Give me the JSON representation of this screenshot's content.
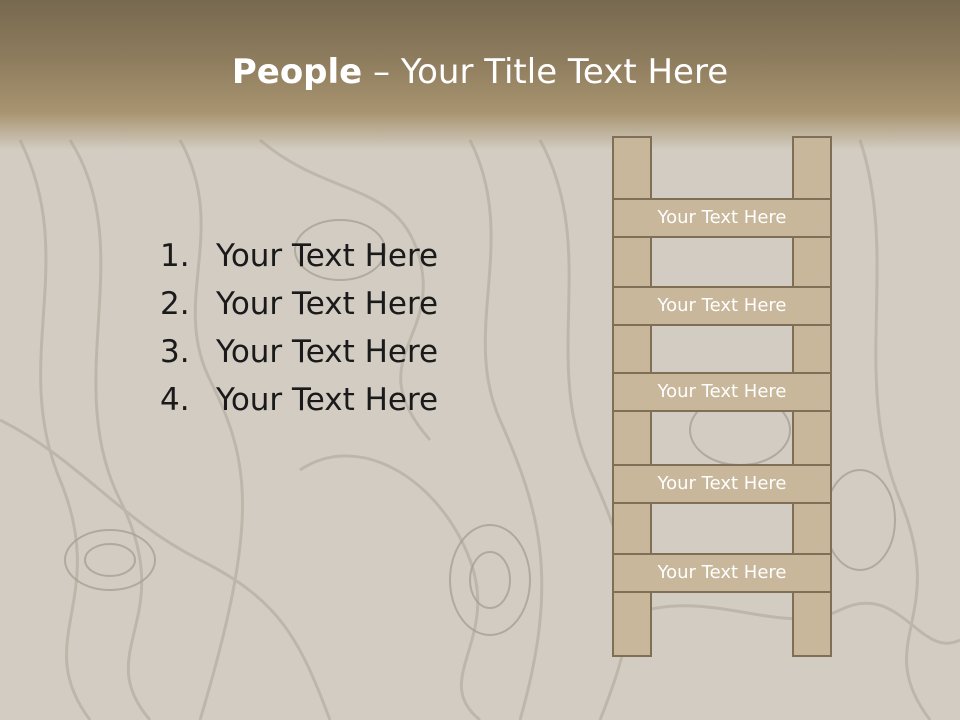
{
  "title": {
    "bold": "People",
    "separator": " – ",
    "rest": "Your Title Text Here"
  },
  "list": [
    {
      "num": "1.",
      "text": "Your Text Here"
    },
    {
      "num": "2.",
      "text": "Your Text Here"
    },
    {
      "num": "3.",
      "text": "Your Text Here"
    },
    {
      "num": "4.",
      "text": "Your Text Here"
    }
  ],
  "ladder": {
    "rungs": [
      "Your Text Here",
      "Your Text Here",
      "Your Text Here",
      "Your Text Here",
      "Your Text Here"
    ]
  },
  "colors": {
    "title_band": "#8e7c5e",
    "wood": "#cfc8bc",
    "ladder": "#c8b79a",
    "ladder_border": "#7e6f56"
  }
}
